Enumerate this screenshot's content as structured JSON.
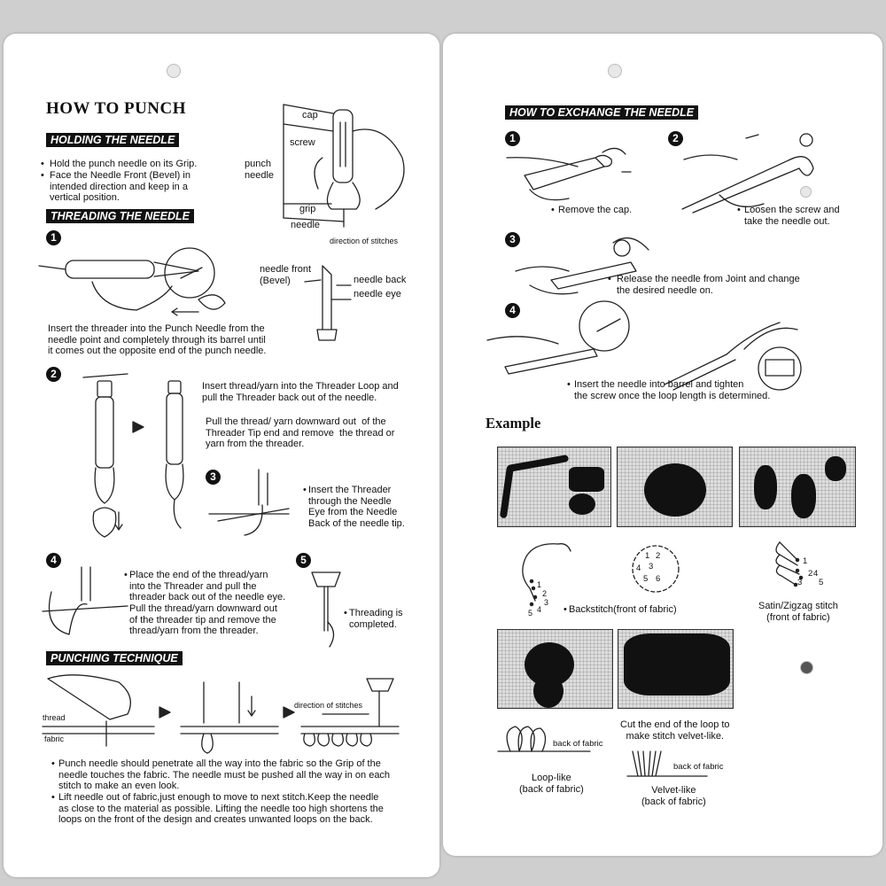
{
  "left": {
    "title": "HOW TO PUNCH",
    "holding": {
      "heading": "HOLDING THE NEEDLE",
      "bullets": [
        "Hold the punch needle on its Grip.",
        "Face the Needle Front (Bevel) in\nintended direction and keep in a\nvertical position."
      ]
    },
    "diagram_labels": {
      "cap": "cap",
      "screw": "screw",
      "punch_needle": "punch\nneedle",
      "grip": "grip",
      "needle": "needle",
      "direction": "direction of stitches",
      "needle_front": "needle front\n(Bevel)",
      "needle_back": "needle back",
      "needle_eye": "needle eye"
    },
    "threading": {
      "heading": "THREADING THE NEEDLE",
      "step1_num": "1",
      "step1": "Insert the threader into the Punch Needle from the\nneedle point and completely through its barrel until\nit comes out the opposite end of the punch needle.",
      "step2_num": "2",
      "step2a": "Insert thread/yarn into the Threader Loop and\npull the Threader back out of the needle.",
      "step2b": "Pull the thread/ yarn downward out  of the\nThreader Tip end and remove  the thread or\nyarn from the threader.",
      "step3_num": "3",
      "step3": "Insert the Threader\nthrough the Needle\nEye from the Needle\nBack of the needle tip.",
      "step4_num": "4",
      "step4a": "Place the end of the thread/yarn\ninto the Threader and pull the\nthreader back out of the needle eye.",
      "step4b": "Pull the thread/yarn downward out\nof the threader tip and remove the\nthread/yarn from the threader.",
      "step5_num": "5",
      "step5": "Threading is\ncompleted."
    },
    "punching": {
      "heading": "PUNCHING TECHNIQUE",
      "thread_label": "thread",
      "fabric_label": "fabric",
      "direction": "direction of stitches",
      "bullets": [
        "Punch needle should penetrate all the way into the fabric so the Grip of the\nneedle touches the fabric. The needle must be pushed all the way in on each\nstitch to make an even look.",
        "Lift needle out of fabric,just enough to move to next stitch.Keep the needle\nas close to the material as possible. Lifting the needle too high shortens the\nloops on the front of the design and creates unwanted loops on the back."
      ]
    }
  },
  "right": {
    "heading": "HOW TO EXCHANGE THE NEEDLE",
    "steps": [
      {
        "num": "1",
        "text": "Remove the cap."
      },
      {
        "num": "2",
        "text": "Loosen the screw and\ntake the needle out."
      },
      {
        "num": "3",
        "text": "Release the needle from Joint and change\nthe desired needle on."
      },
      {
        "num": "4",
        "text": "Insert the needle into barrel and tighten\nthe screw once the loop length is determined."
      }
    ],
    "example_title": "Example",
    "backstitch": "Backstitch(front of fabric)",
    "satin": "Satin/Zigzag stitch\n(front of fabric)",
    "cut_loop": "Cut the end of the loop to\nmake stitch velvet-like.",
    "back_of_fabric": "back of fabric",
    "loop_like": "Loop-like\n(back of fabric)",
    "velvet_like": "Velvet-like\n(back of fabric)",
    "digits_backstitch": [
      "1",
      "2",
      "3",
      "4",
      "5"
    ],
    "digits_flower": [
      "1",
      "2",
      "3",
      "4",
      "5",
      "6"
    ],
    "digits_satin": [
      "1",
      "2",
      "3",
      "4",
      "5"
    ]
  }
}
